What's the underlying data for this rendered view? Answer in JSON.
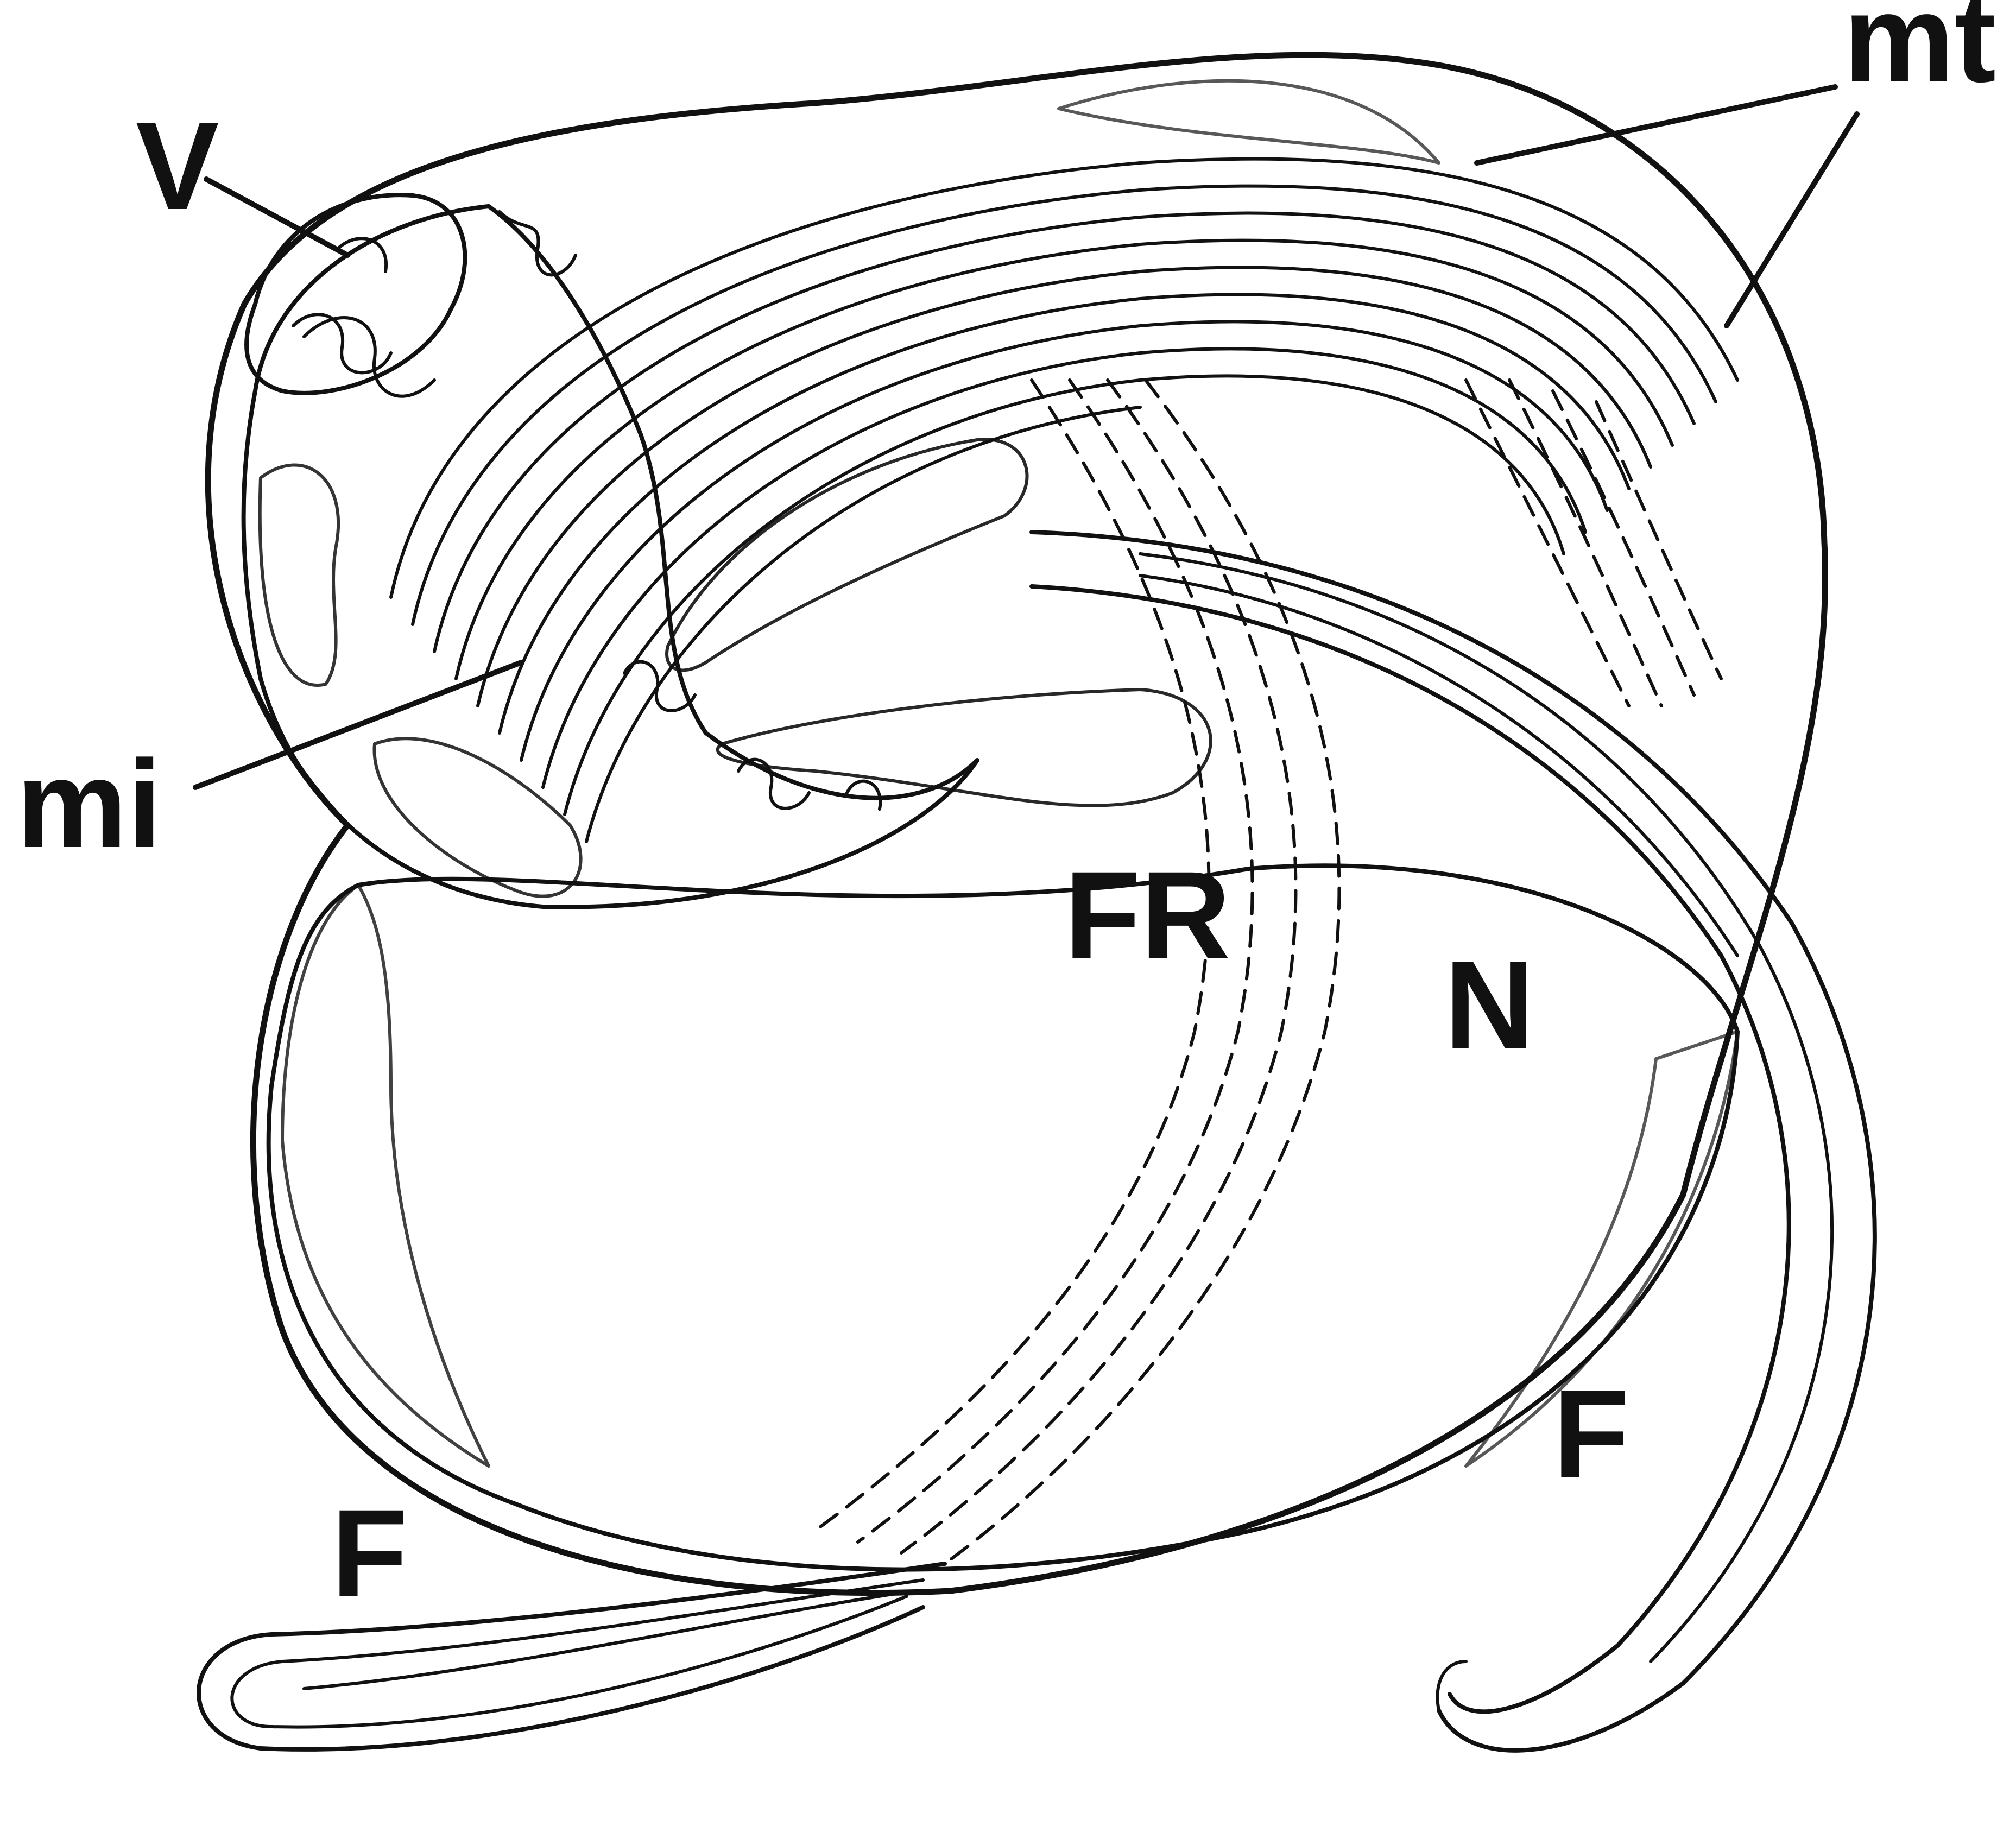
{
  "figure": {
    "labels": {
      "vacuole": "V",
      "microtubules": "mt",
      "mitochondrion": "mi",
      "flagellar_root": "FR",
      "nucleus": "N",
      "flagellum_left": "F",
      "flagellum_right": "F"
    }
  }
}
